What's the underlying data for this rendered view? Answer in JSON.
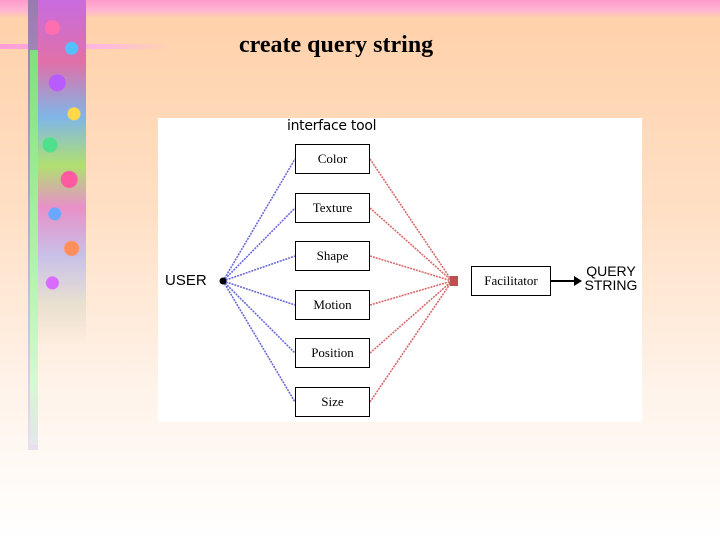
{
  "slide": {
    "title": "create query string"
  },
  "diagram": {
    "heading": "interface tool",
    "user_label": "USER",
    "facilitator_label": "Facilitator",
    "output_label_line1": "QUERY",
    "output_label_line2": "STRING",
    "attributes": [
      "Color",
      "Texture",
      "Shape",
      "Motion",
      "Position",
      "Size"
    ],
    "colors": {
      "user_edges": "#6a6ad8",
      "facilitator_edges": "#d86a6a",
      "output_arrow": "#000000"
    }
  }
}
